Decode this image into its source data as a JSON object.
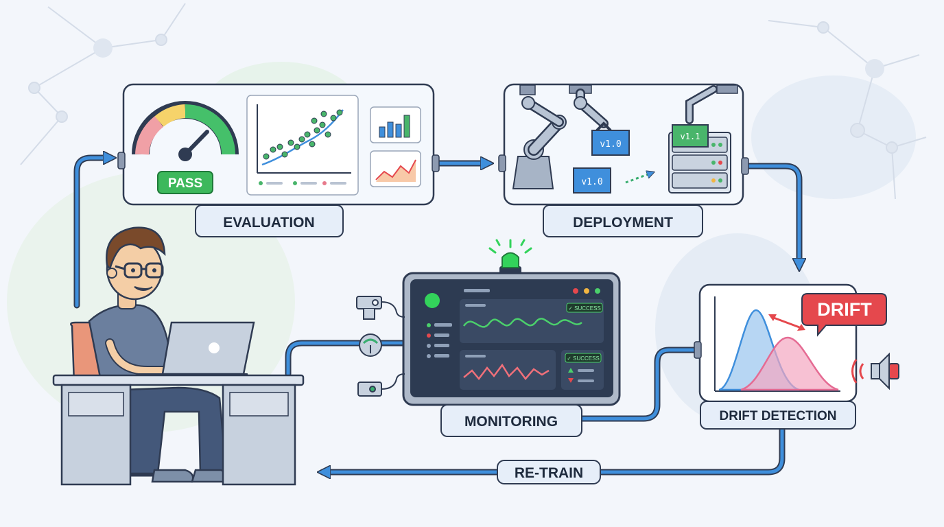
{
  "evaluation": {
    "label": "EVALUATION",
    "badge": "PASS"
  },
  "deployment": {
    "label": "DEPLOYMENT",
    "model_box_top": "v1.0",
    "model_box_bottom": "v1.0",
    "server_box": "v1.1"
  },
  "monitoring": {
    "label": "MONITORING",
    "badge_top": "✓ SUCCESS",
    "badge_bottom": "✓ SUCCESS"
  },
  "drift_detection": {
    "label": "DRIFT DETECTION",
    "callout": "DRIFT"
  },
  "retrain": {
    "label": "RE-TRAIN"
  },
  "colors": {
    "flow_arrow": "#3f8fdc",
    "panel_border": "#2f3b52",
    "pass_green": "#2fb35a",
    "drift_red": "#e5484d",
    "status_light": "#33d35b"
  }
}
